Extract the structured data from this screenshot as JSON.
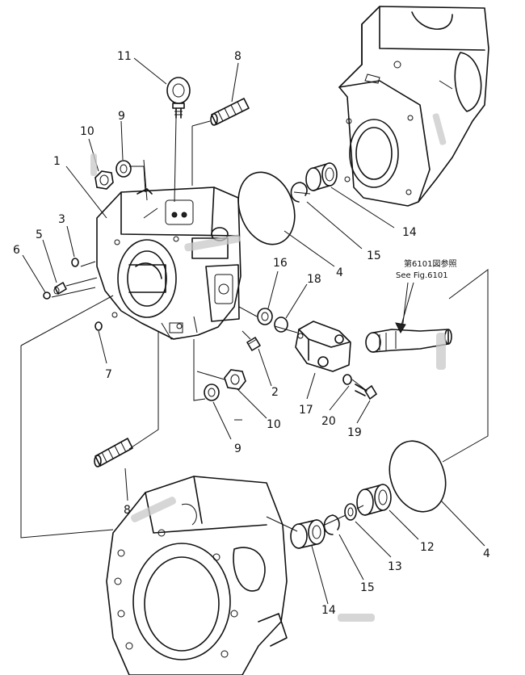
{
  "diagram": {
    "callouts": {
      "c1": "1",
      "c2": "2",
      "c3": "3",
      "c4a": "4",
      "c4b": "4",
      "c5": "5",
      "c6": "6",
      "c7": "7",
      "c8a": "8",
      "c8b": "8",
      "c9a": "9",
      "c9b": "9",
      "c10a": "10",
      "c10b": "10",
      "c11": "11",
      "c12": "12",
      "c13": "13",
      "c14a": "14",
      "c14b": "14",
      "c15a": "15",
      "c15b": "15",
      "c16": "16",
      "c17": "17",
      "c18": "18",
      "c19": "19",
      "c20": "20"
    },
    "reference_note": {
      "line1": "第6101図参照",
      "line2": "See Fig.6101"
    }
  }
}
